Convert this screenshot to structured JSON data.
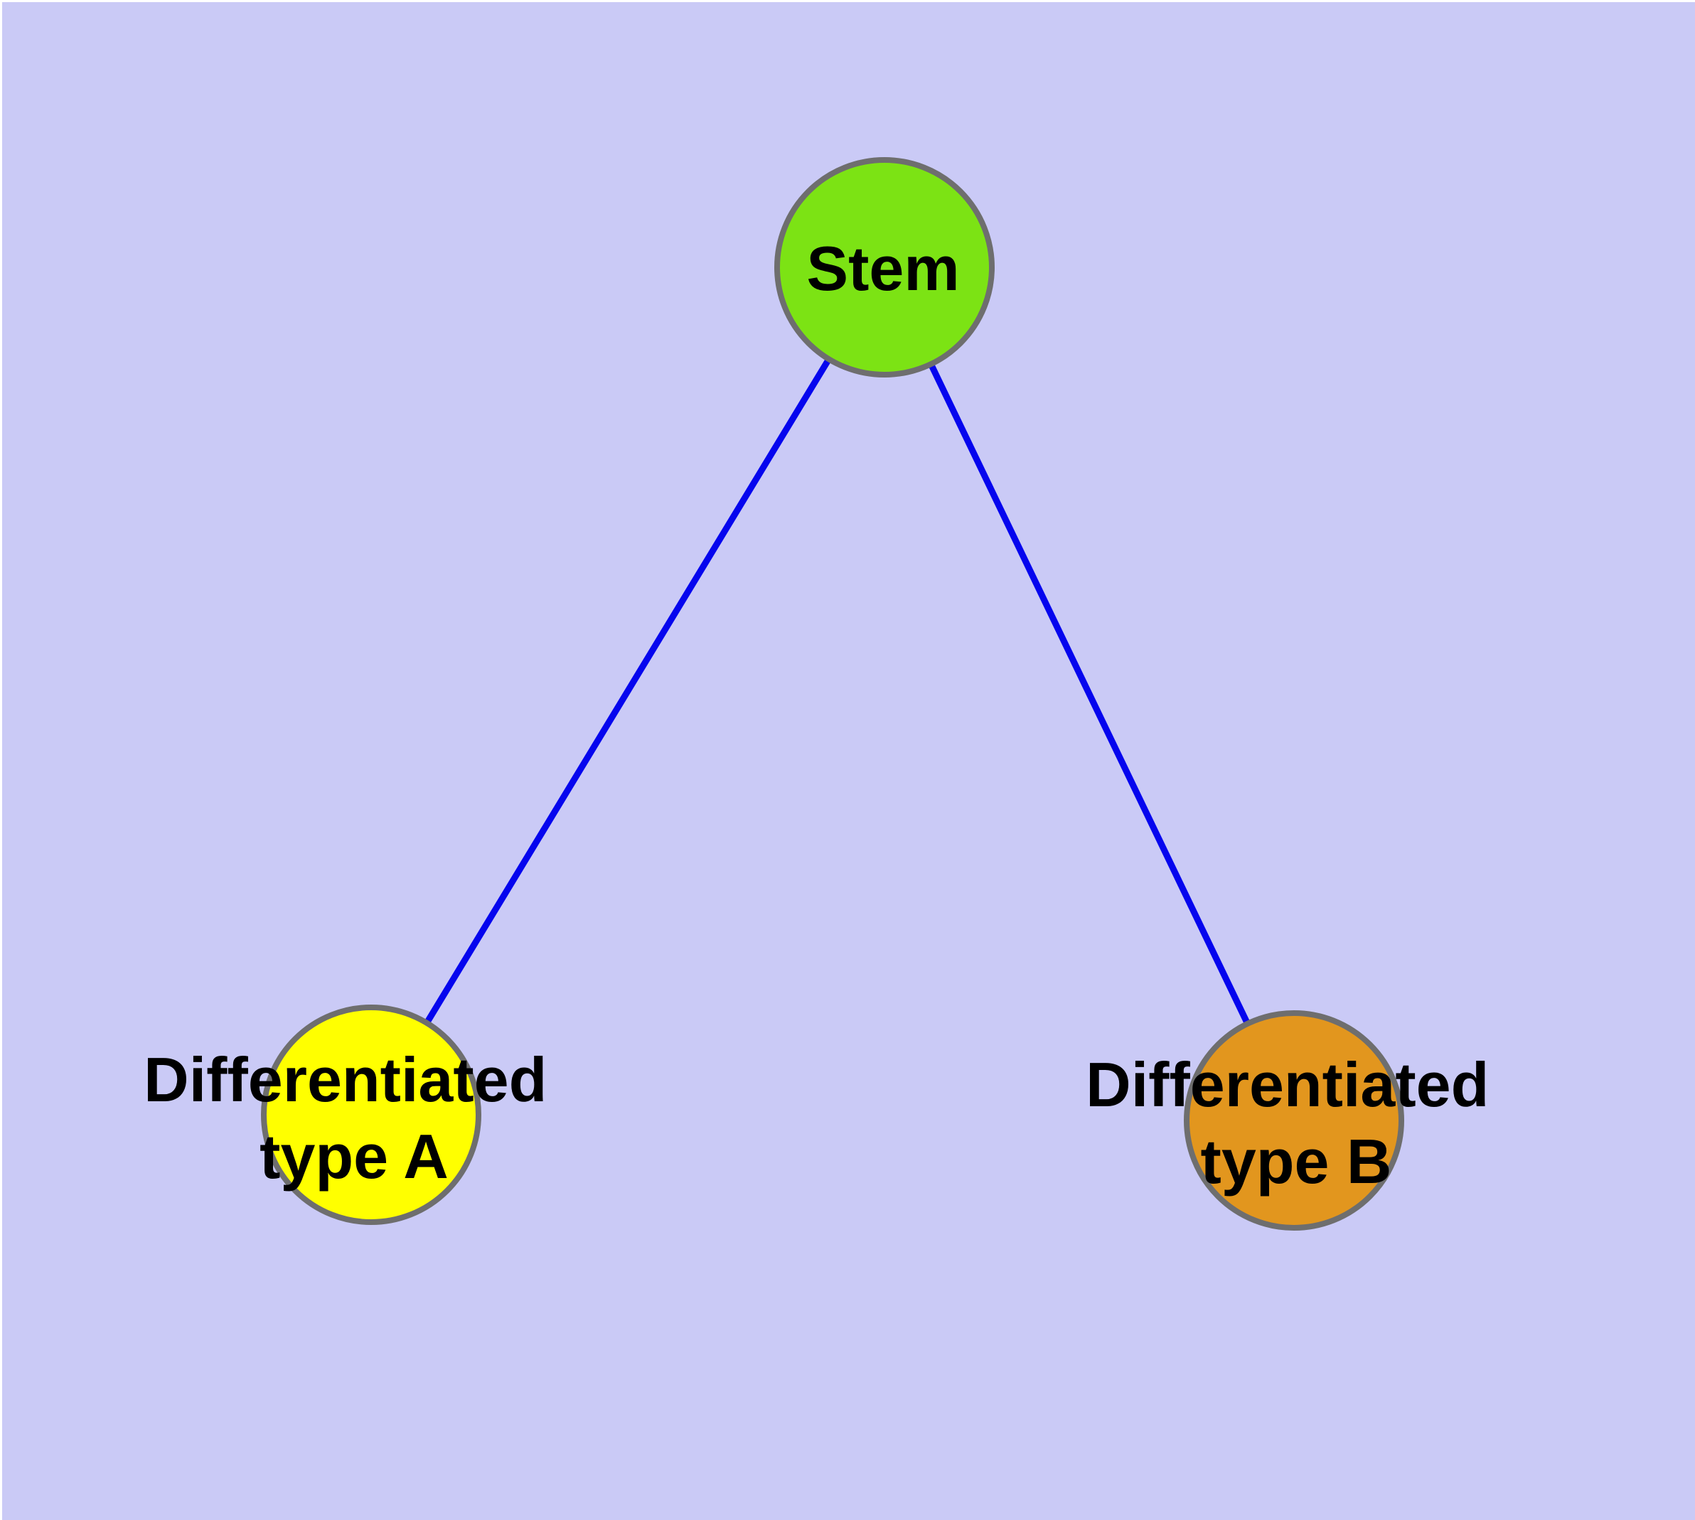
{
  "colors": {
    "background": "#CACAF6",
    "page_border": "#FFFFFF",
    "edge": "#0505EE",
    "node_border": "#6E6E6E",
    "label_text": "#000000",
    "node_stem_fill": "#7CE314",
    "node_type_a_fill": "#FFFF00",
    "node_type_b_fill": "#E2961E"
  },
  "diagram": {
    "type": "graph",
    "nodes": [
      {
        "id": "stem",
        "label": "Stem",
        "line1": "Stem",
        "line2": "",
        "fill": "#7CE314",
        "shape": "circle"
      },
      {
        "id": "type-a",
        "label": "Differentiated type A",
        "line1": "Differentiated",
        "line2": "type A",
        "fill": "#FFFF00",
        "shape": "circle"
      },
      {
        "id": "type-b",
        "label": "Differentiated type B",
        "line1": "Differentiated",
        "line2": "type B",
        "fill": "#E2961E",
        "shape": "circle"
      }
    ],
    "edges": [
      {
        "from": "stem",
        "to": "type-a"
      },
      {
        "from": "stem",
        "to": "type-b"
      }
    ]
  }
}
